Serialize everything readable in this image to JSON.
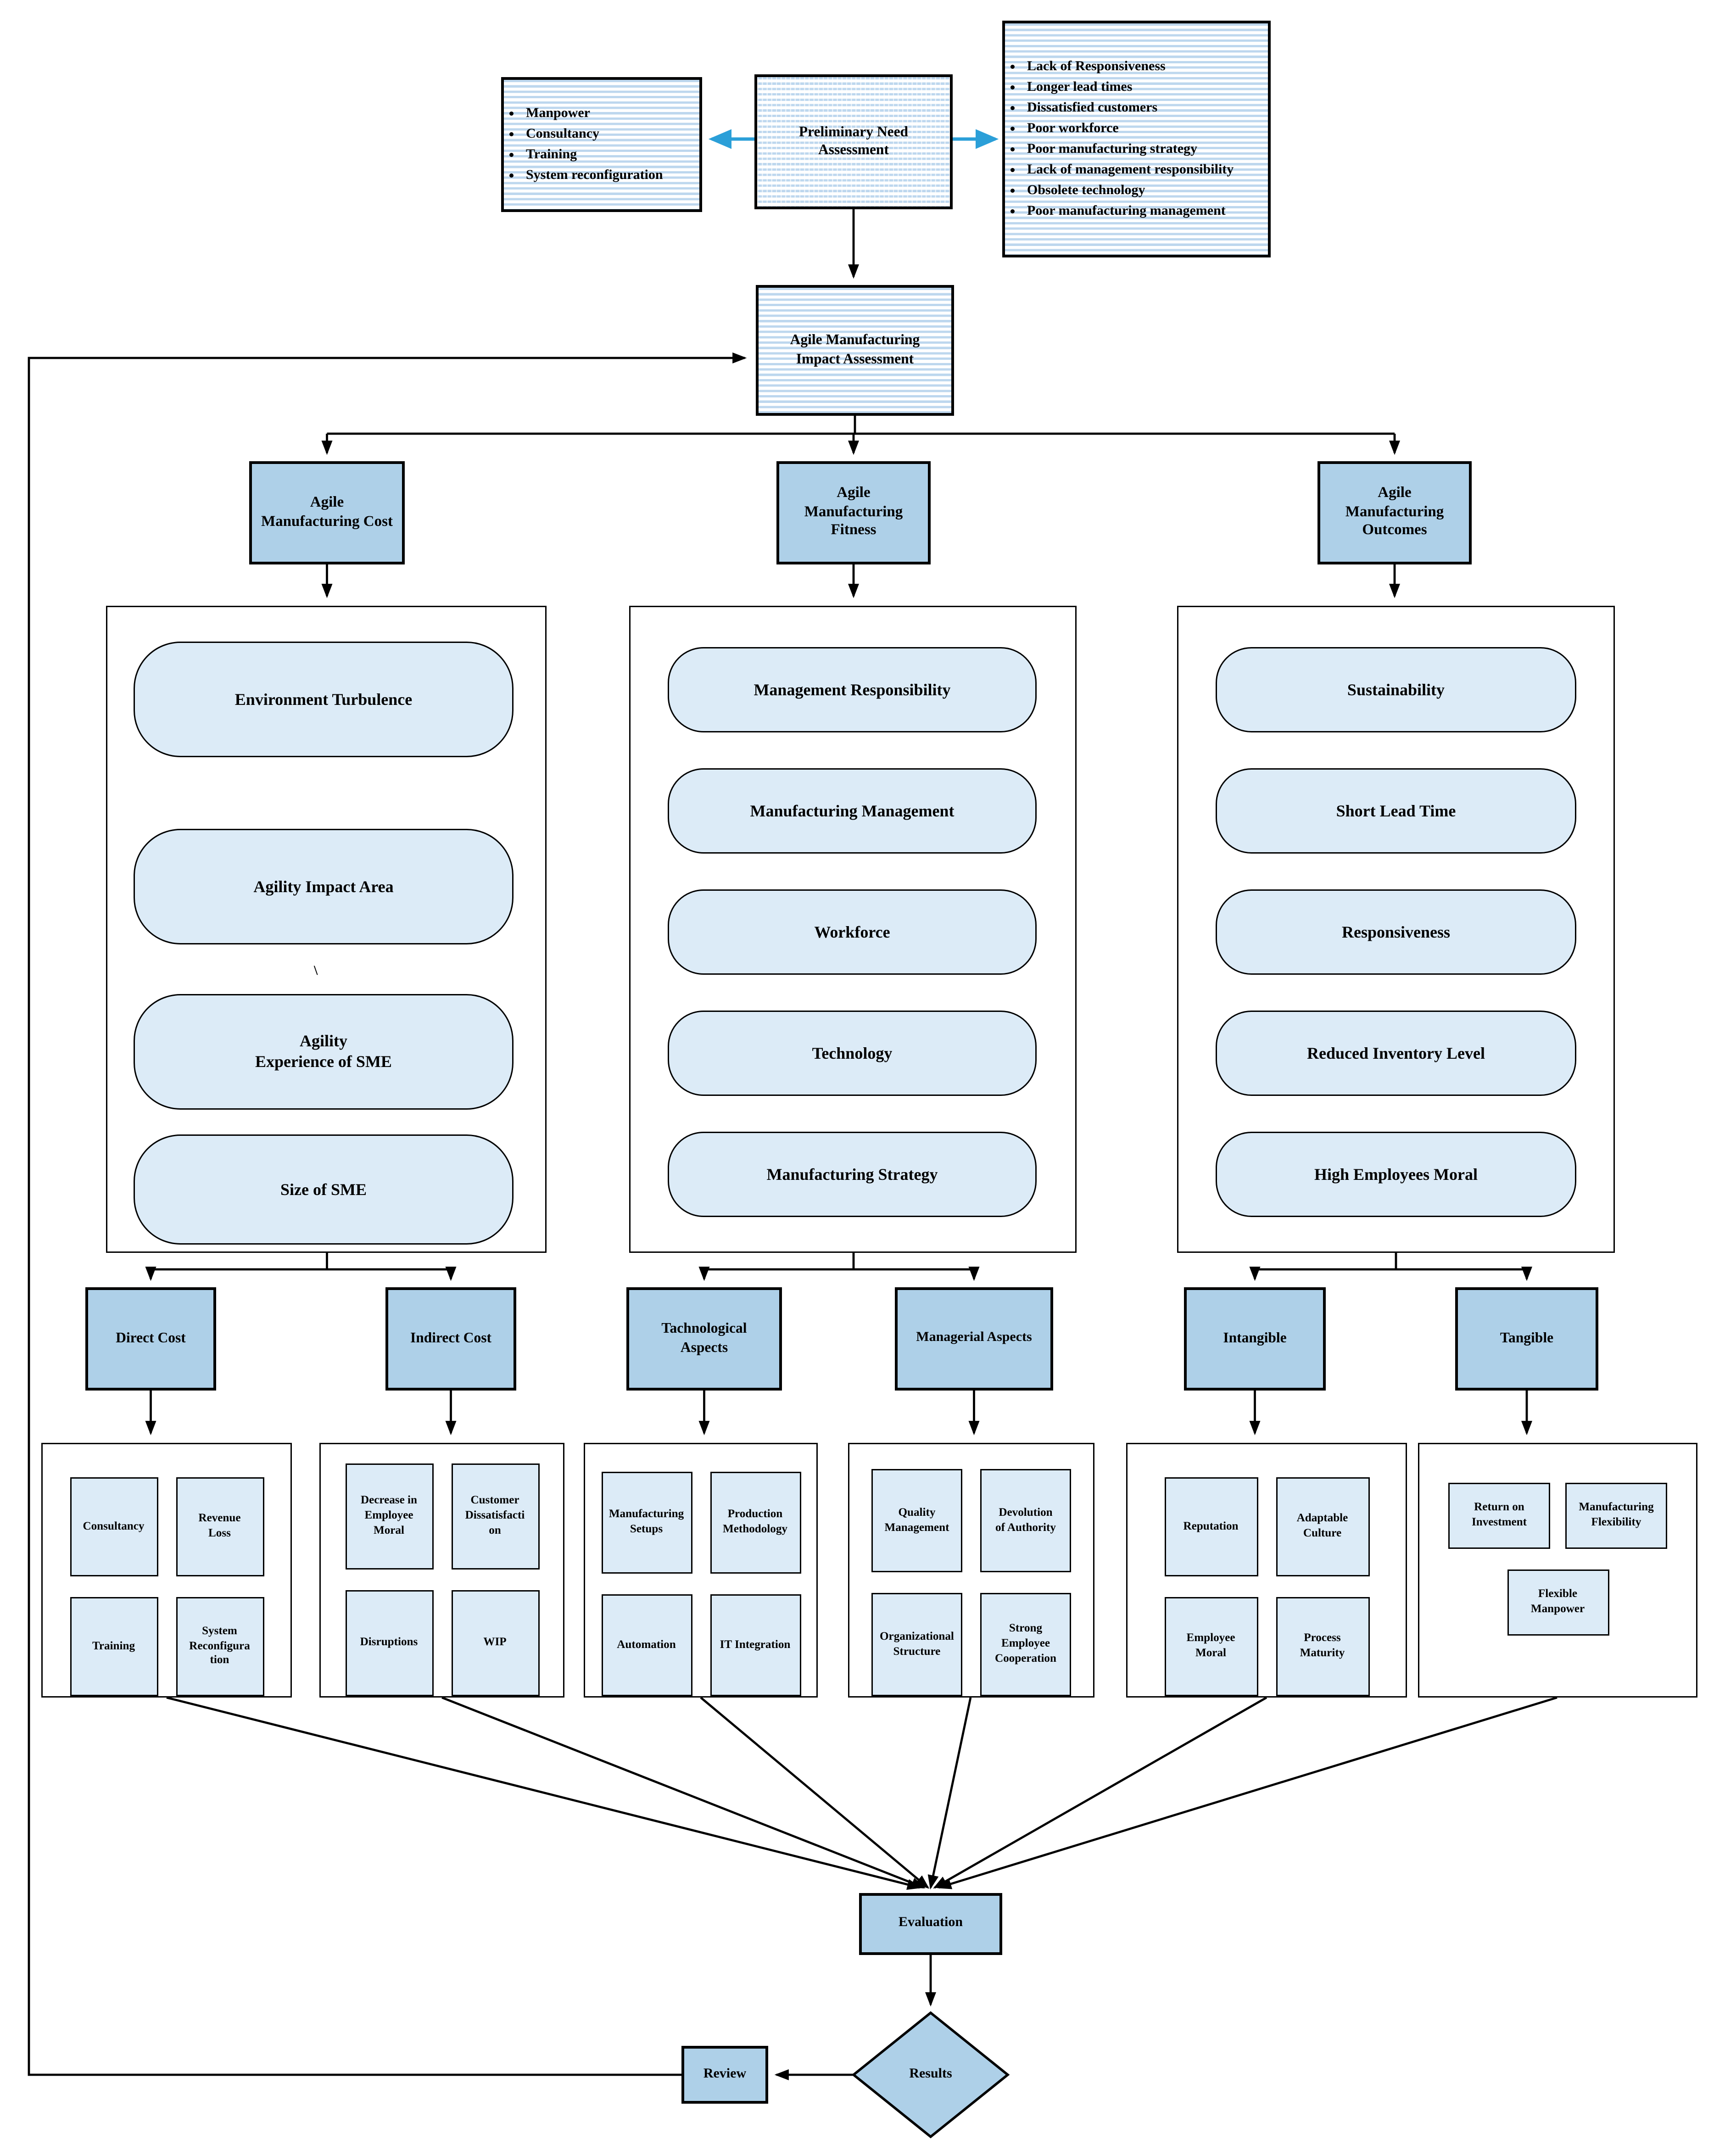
{
  "palette": {
    "solid_blue": "#aed0e8",
    "pill_blue": "#dcebf7",
    "stripe_blue": "#bdd7ee",
    "arrow_blue": "#2b9fd8"
  },
  "top": {
    "inputs": {
      "items": [
        "Manpower",
        "Consultancy",
        "Training",
        "System reconfiguration"
      ]
    },
    "need_assessment": "Preliminary Need\nAssessment",
    "problems": {
      "items": [
        "Lack of Responsiveness",
        "Longer lead times",
        "Dissatisfied customers",
        "Poor workforce",
        "Poor manufacturing strategy",
        "Lack of management responsibility",
        "Obsolete technology",
        "Poor manufacturing management"
      ]
    },
    "impact_assessment": "Agile Manufacturing\nImpact Assessment"
  },
  "level1": {
    "cost": "Agile\nManufacturing Cost",
    "fitness": "Agile\nManufacturing\nFitness",
    "outcomes": "Agile\nManufacturing\nOutcomes"
  },
  "factors": {
    "cost": [
      "Environment Turbulence",
      "Agility Impact Area",
      "Agility\nExperience of SME",
      "Size of SME"
    ],
    "stray_mark": "\\",
    "fitness": [
      "Management Responsibility",
      "Manufacturing Management",
      "Workforce",
      "Technology",
      "Manufacturing Strategy"
    ],
    "outcomes": [
      "Sustainability",
      "Short Lead Time",
      "Responsiveness",
      "Reduced Inventory Level",
      "High Employees Moral"
    ]
  },
  "level2": {
    "direct": "Direct Cost",
    "indirect": "Indirect Cost",
    "technological": "Tachnological\nAspects",
    "managerial": "Managerial Aspects",
    "intangible": "Intangible",
    "tangible": "Tangible"
  },
  "details": {
    "direct": [
      "Consultancy",
      "Revenue\nLoss",
      "Training",
      "System\nReconfigura\ntion"
    ],
    "indirect": [
      "Decrease in\nEmployee\nMoral",
      "Customer\nDissatisfacti\non",
      "Disruptions",
      "WIP"
    ],
    "technological": [
      "Manufacturing\nSetups",
      "Production\nMethodology",
      "Automation",
      "IT Integration"
    ],
    "managerial": [
      "Quality\nManagement",
      "Devolution\nof Authority",
      "Organizational\nStructure",
      "Strong\nEmployee\nCooperation"
    ],
    "intangible": [
      "Reputation",
      "Adaptable\nCulture",
      "Employee\nMoral",
      "Process\nMaturity"
    ],
    "tangible": [
      "Return on\nInvestment",
      "Manufacturing\nFlexibility",
      "Flexible\nManpower"
    ]
  },
  "bottom": {
    "evaluation": "Evaluation",
    "results": "Results",
    "review": "Review"
  }
}
